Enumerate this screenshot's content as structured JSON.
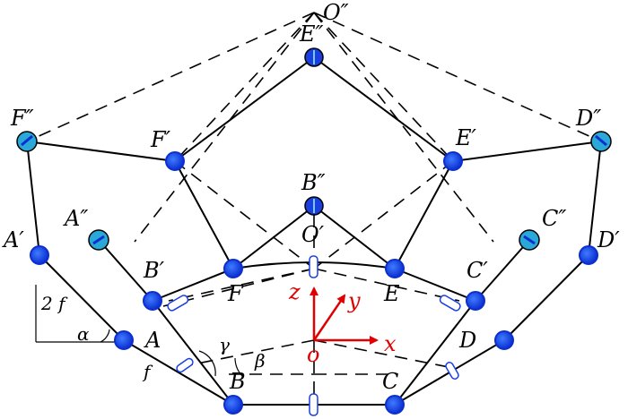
{
  "diagram": {
    "colors": {
      "joint": "#1a3fe0",
      "joint_alt": "#2aa8d8",
      "axis": "#e00000",
      "line": "#000000"
    },
    "labels": {
      "O2": "O″",
      "E2": "E″",
      "F2": "F″",
      "D2": "D″",
      "F1": "F′",
      "E1": "E′",
      "B2": "B″",
      "A2": "A″",
      "C2": "C″",
      "A1": "A′",
      "D1": "D′",
      "O1": "O′",
      "B1": "B′",
      "C1": "C′",
      "F": "F",
      "E": "E",
      "A": "A",
      "D": "D",
      "B": "B",
      "C": "C",
      "two_f": "2 f",
      "f": "f",
      "alpha": "α",
      "beta": "β",
      "gamma": "γ"
    },
    "axes": {
      "x": "x",
      "y": "y",
      "z": "z",
      "origin": "o"
    }
  }
}
